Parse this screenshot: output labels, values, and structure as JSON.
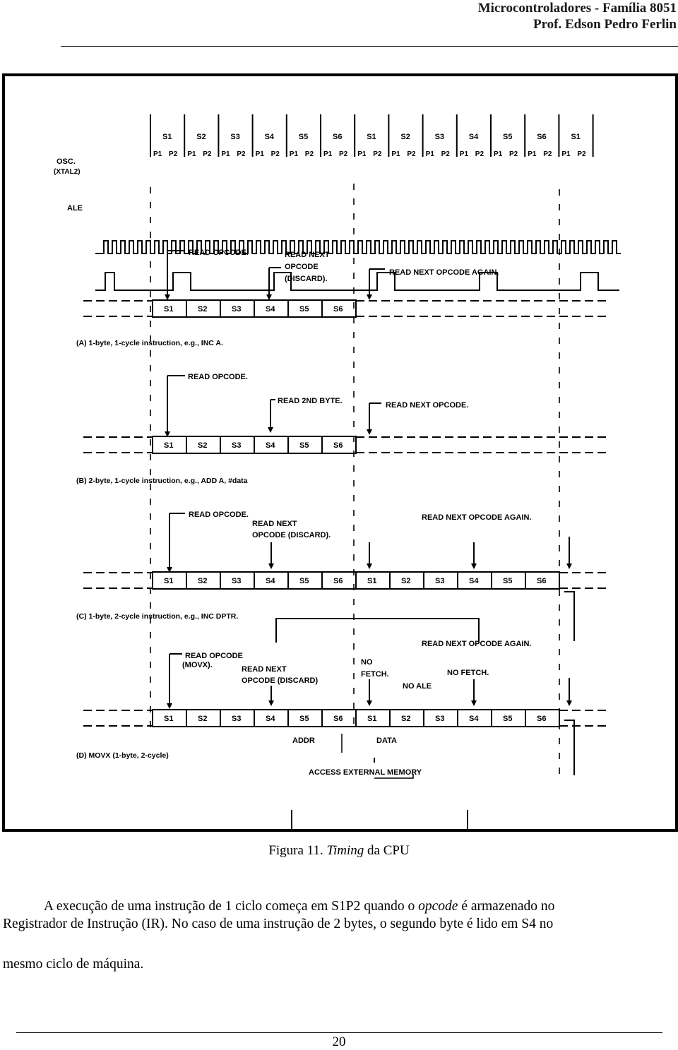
{
  "header": {
    "line1": "Microcontroladores - Família 8051",
    "line2": "Prof. Edson Pedro Ferlin"
  },
  "figure": {
    "state_labels": [
      "S1",
      "S2",
      "S3",
      "S4",
      "S5",
      "S6",
      "S1",
      "S2",
      "S3",
      "S4",
      "S5",
      "S6",
      "S1"
    ],
    "phase_p1": "P1",
    "phase_p2": "P2",
    "osc_label": "OSC.",
    "osc_sub": "(XTAL2)",
    "ale_label": "ALE",
    "panels": [
      {
        "id": "A",
        "caption": "(A) 1-byte, 1-cycle instruction, e.g., INC A.",
        "states": [
          "S1",
          "S2",
          "S3",
          "S4",
          "S5",
          "S6"
        ],
        "notes": [
          "READ OPCODE.",
          "READ NEXT",
          "OPCODE",
          "(DISCARD).",
          "READ NEXT OPCODE AGAIN."
        ]
      },
      {
        "id": "B",
        "caption": "(B) 2-byte, 1-cycle instruction, e.g., ADD A, #data",
        "states": [
          "S1",
          "S2",
          "S3",
          "S4",
          "S5",
          "S6"
        ],
        "notes": [
          "READ OPCODE.",
          "READ 2ND BYTE.",
          "READ NEXT OPCODE."
        ]
      },
      {
        "id": "C",
        "caption": "(C) 1-byte, 2-cycle instruction, e.g., INC DPTR.",
        "states": [
          "S1",
          "S2",
          "S3",
          "S4",
          "S5",
          "S6",
          "S1",
          "S2",
          "S3",
          "S4",
          "S5",
          "S6"
        ],
        "notes": [
          "READ OPCODE.",
          "READ NEXT",
          "OPCODE (DISCARD).",
          "READ NEXT OPCODE AGAIN."
        ]
      },
      {
        "id": "D",
        "caption": "(D) MOVX (1-byte, 2-cycle)",
        "states": [
          "S1",
          "S2",
          "S3",
          "S4",
          "S5",
          "S6",
          "S1",
          "S2",
          "S3",
          "S4",
          "S5",
          "S6"
        ],
        "notes": [
          "READ OPCODE",
          "(MOVX).",
          "READ NEXT",
          "OPCODE (DISCARD)",
          "NO",
          "FETCH.",
          "NO ALE",
          "NO FETCH.",
          "READ NEXT OPCODE AGAIN.",
          "ADDR",
          "DATA",
          "ACCESS EXTERNAL MEMORY"
        ]
      }
    ]
  },
  "caption": {
    "prefix": "Figura 11. ",
    "italic": "Timing",
    "suffix": " da CPU"
  },
  "paragraph": {
    "line1_a": "A execução de uma instrução de 1 ciclo começa em S1P2 quando o ",
    "line1_italic": "opcode",
    "line1_b": " é armazenado no",
    "line2": "Registrador de Instrução (IR). No caso de uma instrução de 2 bytes, o segundo byte é lido em S4 no",
    "line3": "mesmo ciclo de máquina."
  },
  "page_number": "20"
}
